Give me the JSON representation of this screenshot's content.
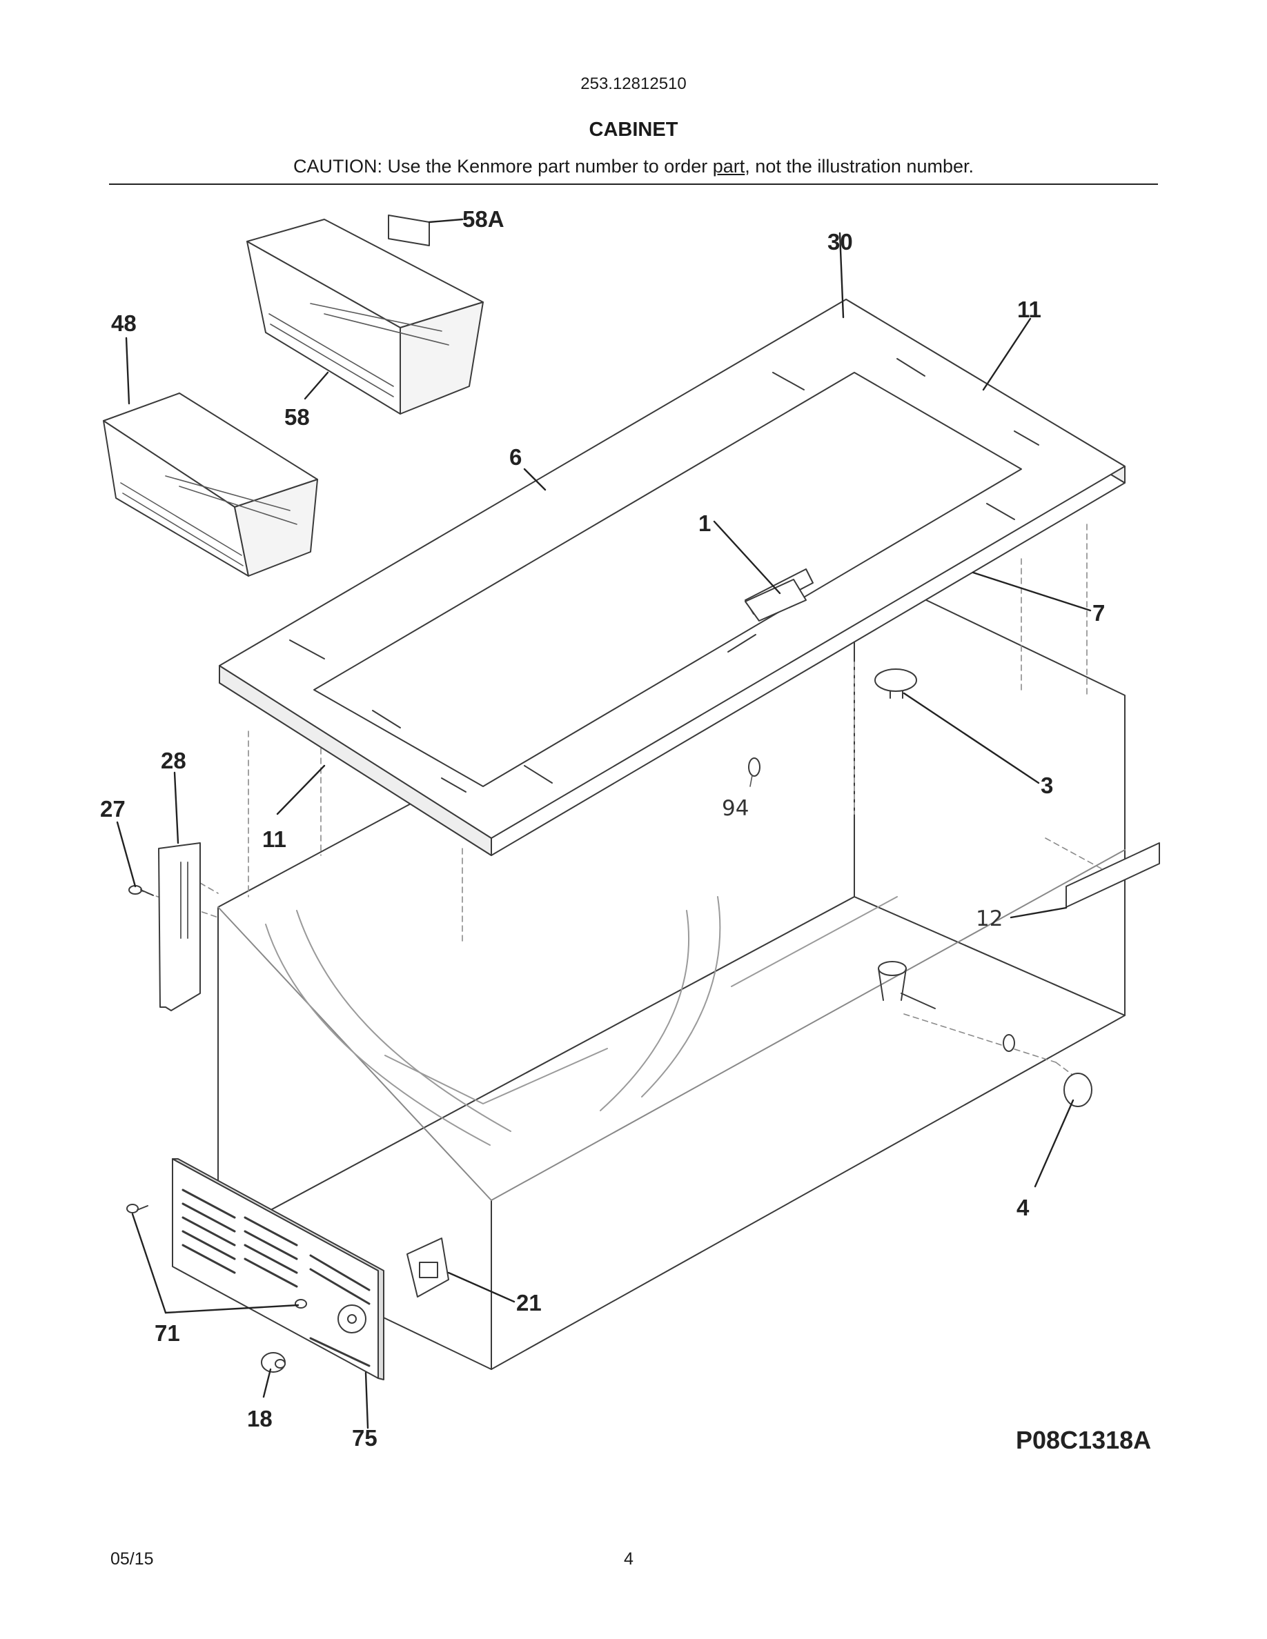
{
  "header": {
    "model_number": "253.12812510",
    "section_title": "CABINET",
    "caution_prefix": "CAUTION: Use the Kenmore part number to order ",
    "caution_link": "part",
    "caution_suffix": ", not the illustration number."
  },
  "callouts": {
    "c58A": "58A",
    "c30": "30",
    "c11_top": "11",
    "c48": "48",
    "c58": "58",
    "c6": "6",
    "c1": "1",
    "c7": "7",
    "c28": "28",
    "c27": "27",
    "c11_bottom": "11",
    "c94": "94",
    "c3": "3",
    "c12": "12",
    "c4": "4",
    "c21": "21",
    "c71": "71",
    "c18": "18",
    "c75": "75"
  },
  "drawing_code": "P08C1318A",
  "footer": {
    "date": "05/15",
    "page_number": "4"
  }
}
